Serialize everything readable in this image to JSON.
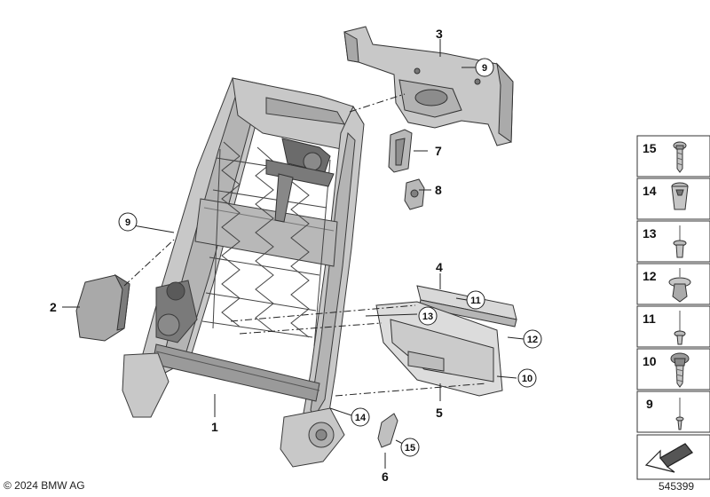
{
  "colors": {
    "frame_fill": "#c8c8c8",
    "frame_stroke": "#3a3a3a",
    "dark_part": "#6b6b6b",
    "panel_fill": "#dcdcdc",
    "box_bg": "#ffffff",
    "line": "#222222"
  },
  "callouts": [
    {
      "id": "c1",
      "label": "1"
    },
    {
      "id": "c2",
      "label": "2"
    },
    {
      "id": "c3",
      "label": "3"
    },
    {
      "id": "c4",
      "label": "4"
    },
    {
      "id": "c5",
      "label": "5"
    },
    {
      "id": "c6",
      "label": "6"
    },
    {
      "id": "c7",
      "label": "7"
    },
    {
      "id": "c8",
      "label": "8"
    },
    {
      "id": "c9a",
      "label": "9"
    },
    {
      "id": "c9b",
      "label": "9"
    },
    {
      "id": "c10",
      "label": "10"
    },
    {
      "id": "c11",
      "label": "11"
    },
    {
      "id": "c12",
      "label": "12"
    },
    {
      "id": "c13",
      "label": "13"
    },
    {
      "id": "c14",
      "label": "14"
    },
    {
      "id": "c15",
      "label": "15"
    }
  ],
  "parts_legend": [
    {
      "label": "15",
      "icon": "torx-screw-icon"
    },
    {
      "label": "14",
      "icon": "rivet-nut-icon"
    },
    {
      "label": "13",
      "icon": "blind-rivet-icon"
    },
    {
      "label": "12",
      "icon": "expanding-rivet-icon"
    },
    {
      "label": "11",
      "icon": "pin-rivet-icon"
    },
    {
      "label": "10",
      "icon": "flange-screw-icon"
    },
    {
      "label": "9",
      "icon": "thin-rivet-icon"
    }
  ],
  "footer": {
    "copyright": "© 2024 BMW AG",
    "reference": "545399"
  }
}
